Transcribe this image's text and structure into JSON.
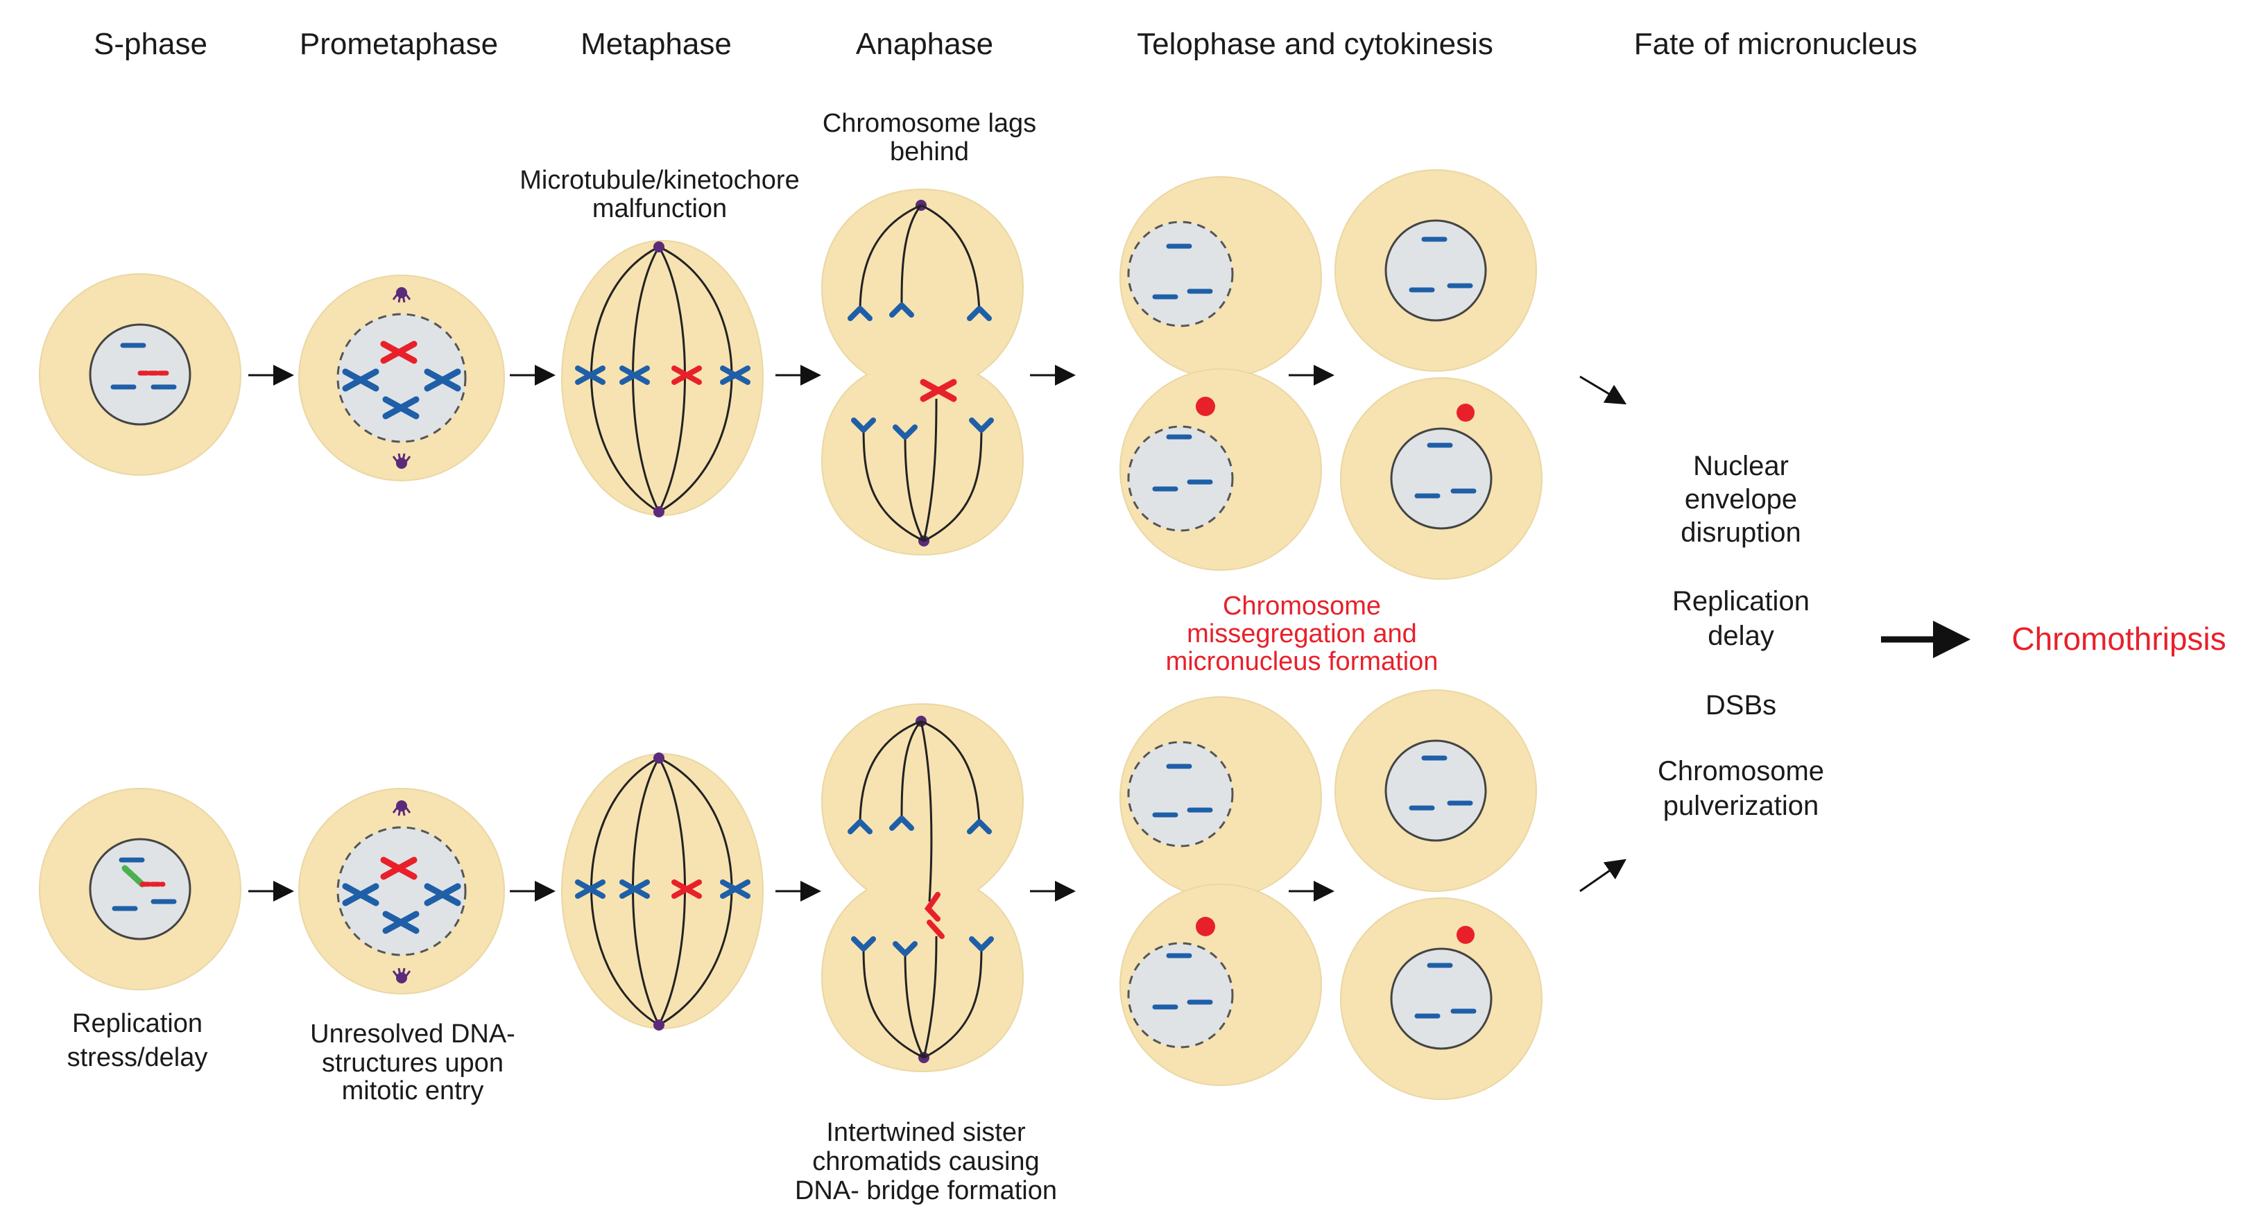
{
  "headers": {
    "s_phase": "S-phase",
    "prometaphase": "Prometaphase",
    "metaphase": "Metaphase",
    "anaphase": "Anaphase",
    "telophase": "Telophase and cytokinesis",
    "fate": "Fate of micronucleus"
  },
  "top_labels": {
    "metaphase": [
      "Microtubule/kinetochore",
      "malfunction"
    ],
    "anaphase": [
      "Chromosome lags",
      "behind"
    ]
  },
  "middle_label": [
    "Chromosome",
    "missegregation and",
    "micronucleus formation"
  ],
  "bottom_labels": {
    "s_phase": [
      "Replication",
      "stress/delay"
    ],
    "prometaphase": [
      "Unresolved DNA-",
      "structures upon",
      "mitotic entry"
    ],
    "anaphase": [
      "Intertwined sister",
      "chromatids causing",
      "DNA- bridge formation"
    ]
  },
  "fate_items": [
    "Nuclear",
    "envelope",
    "disruption",
    "Replication",
    "delay",
    "DSBs",
    "Chromosome",
    "pulverization"
  ],
  "outcome": "Chromothripsis",
  "colors": {
    "cell": "#f7e3b1",
    "nucleus": "#dfe3e6",
    "chromosome_blue": "#1f5fa8",
    "chromosome_red": "#e8202a",
    "centrosome": "#5c2a7a",
    "bridge_green": "#4caf50"
  }
}
